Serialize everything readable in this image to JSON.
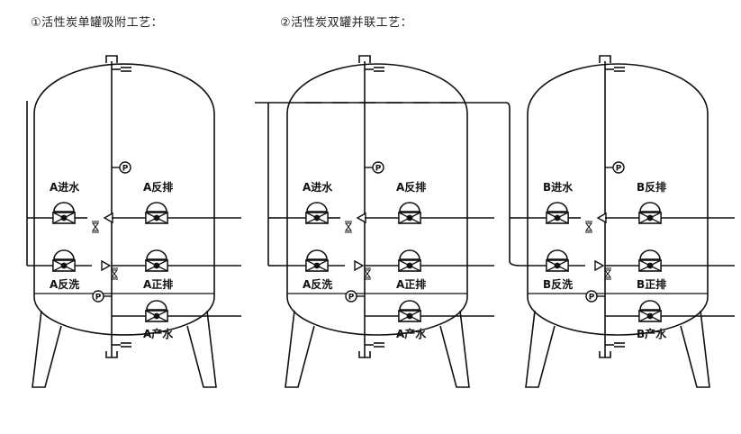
{
  "captions": {
    "single": "①活性炭单罐吸附工艺：",
    "parallel": "②活性炭双罐并联工艺："
  },
  "tanks": [
    {
      "valves": {
        "inlet": "A进水",
        "backwash_drain": "A反排",
        "backwash": "A反洗",
        "forward_drain": "A正排",
        "product": "A产水"
      },
      "gauge_symbol": "P"
    },
    {
      "valves": {
        "inlet": "A进水",
        "backwash_drain": "A反排",
        "backwash": "A反洗",
        "forward_drain": "A正排",
        "product": "A产水"
      },
      "gauge_symbol": "P"
    },
    {
      "valves": {
        "inlet": "B进水",
        "backwash_drain": "B反排",
        "backwash": "B反洗",
        "forward_drain": "B正排",
        "product": "B产水"
      },
      "gauge_symbol": "P"
    }
  ],
  "colors": {
    "line": "#111111",
    "background": "#ffffff"
  }
}
